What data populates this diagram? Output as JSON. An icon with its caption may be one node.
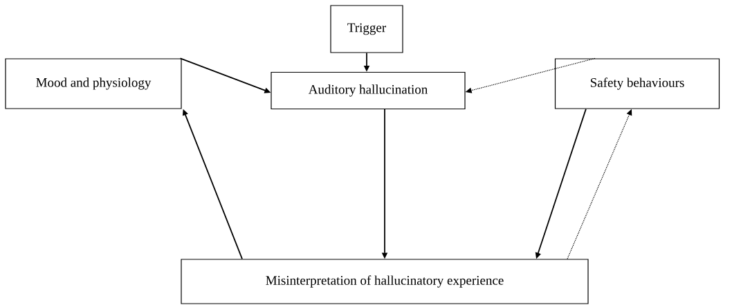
{
  "diagram": {
    "nodes": [
      {
        "text": [
          "Trigger"
        ]
      },
      {
        "text": [
          "Auditory hallucination"
        ]
      },
      {
        "text": [
          "Mood and physiology"
        ]
      },
      {
        "text": [
          "Safety behaviours"
        ]
      },
      {
        "text": [
          "Misinterpretation of hallucinatory experience"
        ]
      }
    ],
    "edges": [
      {
        "from": 0,
        "to": 1,
        "arrow": "to"
      },
      {
        "from": 2,
        "to": 1,
        "arrow": "to"
      },
      {
        "from": 3,
        "to": 1,
        "arrow": "to",
        "style": "dashed"
      },
      {
        "from": 1,
        "to": 4,
        "arrow": "to"
      },
      {
        "from": 4,
        "to": 2,
        "arrow": "to"
      },
      {
        "from": 3,
        "to": 4,
        "arrow": "to"
      },
      {
        "from": 4,
        "to": 3,
        "arrow": "to",
        "style": "dashed"
      }
    ]
  }
}
